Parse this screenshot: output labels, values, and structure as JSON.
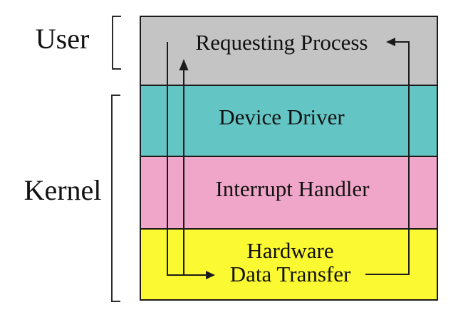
{
  "zones": {
    "user": "User",
    "kernel": "Kernel"
  },
  "layers": [
    {
      "name": "Requesting Process",
      "color": "#c4c4c4",
      "zone": "User"
    },
    {
      "name": "Device Driver",
      "color": "#63c6c4",
      "zone": "Kernel"
    },
    {
      "name": "Interrupt Handler",
      "color": "#f0a6c8",
      "zone": "Kernel"
    },
    {
      "name": "Hardware",
      "name_line2": "Data Transfer",
      "color": "#fbf931",
      "zone": "Kernel"
    }
  ],
  "arrows": [
    {
      "name": "request-down-arrow",
      "from": "Requesting Process",
      "to": "Hardware Data Transfer"
    },
    {
      "name": "data-up-arrow",
      "from": "Hardware Data Transfer",
      "to": "Requesting Process"
    },
    {
      "name": "interrupt-return-arrow",
      "from": "Hardware Data Transfer",
      "to": "Requesting Process"
    }
  ],
  "palette": {
    "line": "#1b1b1b",
    "background": "#ffffff",
    "text": "#111111"
  }
}
